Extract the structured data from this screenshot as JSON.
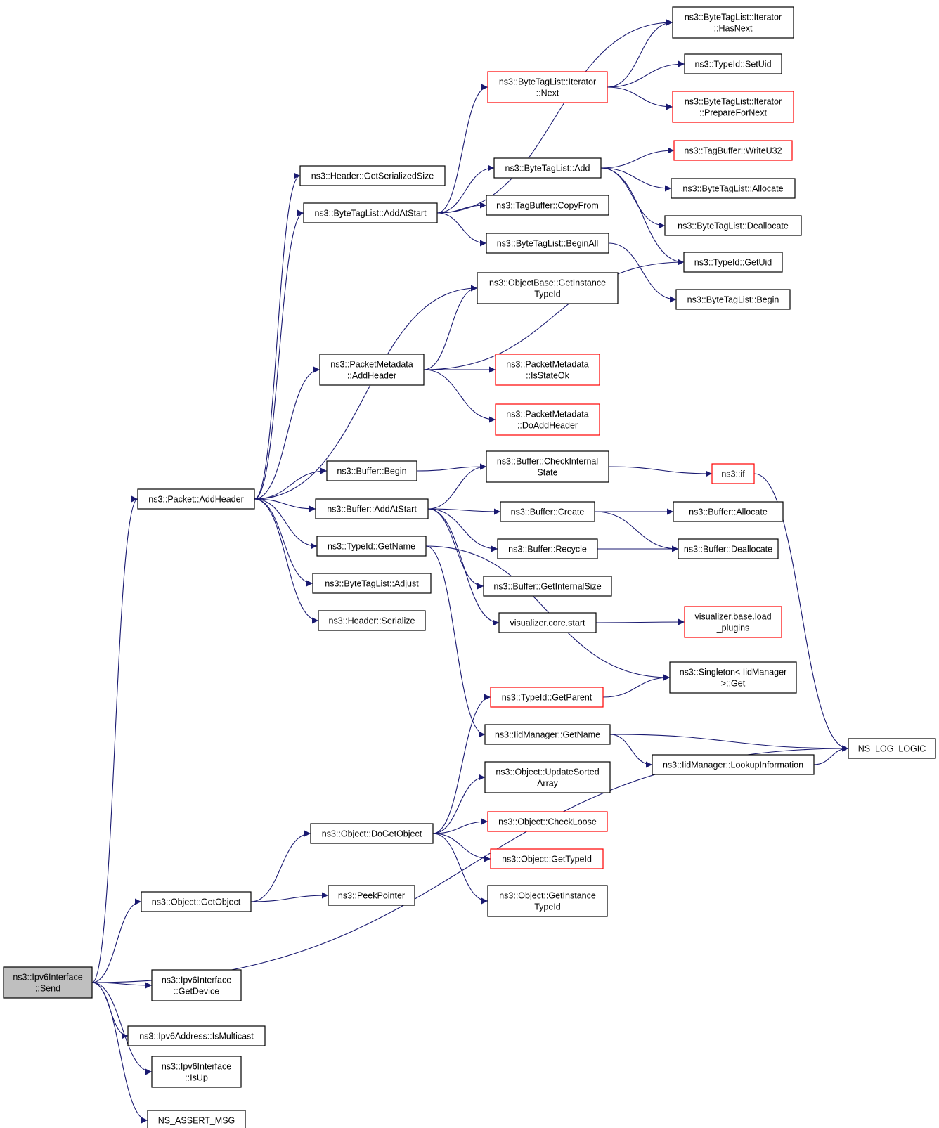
{
  "graph": {
    "nodes": [
      {
        "id": "send",
        "lines": [
          "ns3::Ipv6Interface",
          "::Send"
        ],
        "style": "root"
      },
      {
        "id": "packet_addheader",
        "lines": [
          "ns3::Packet::AddHeader"
        ],
        "style": "normal"
      },
      {
        "id": "object_getobject",
        "lines": [
          "ns3::Object::GetObject"
        ],
        "style": "normal"
      },
      {
        "id": "ipv6if_getdevice",
        "lines": [
          "ns3::Ipv6Interface",
          "::GetDevice"
        ],
        "style": "normal"
      },
      {
        "id": "ipv6addr_ismulticast",
        "lines": [
          "ns3::Ipv6Address::IsMulticast"
        ],
        "style": "normal"
      },
      {
        "id": "ipv6if_isup",
        "lines": [
          "ns3::Ipv6Interface",
          "::IsUp"
        ],
        "style": "normal"
      },
      {
        "id": "ns_assert_msg",
        "lines": [
          "NS_ASSERT_MSG"
        ],
        "style": "normal"
      },
      {
        "id": "header_getserializedsize",
        "lines": [
          "ns3::Header::GetSerializedSize"
        ],
        "style": "normal"
      },
      {
        "id": "btl_addatstart",
        "lines": [
          "ns3::ByteTagList::AddAtStart"
        ],
        "style": "normal"
      },
      {
        "id": "pm_addheader",
        "lines": [
          "ns3::PacketMetadata",
          "::AddHeader"
        ],
        "style": "normal"
      },
      {
        "id": "buffer_begin",
        "lines": [
          "ns3::Buffer::Begin"
        ],
        "style": "normal"
      },
      {
        "id": "buffer_addatstart",
        "lines": [
          "ns3::Buffer::AddAtStart"
        ],
        "style": "normal"
      },
      {
        "id": "typeid_getname",
        "lines": [
          "ns3::TypeId::GetName"
        ],
        "style": "normal"
      },
      {
        "id": "btl_adjust",
        "lines": [
          "ns3::ByteTagList::Adjust"
        ],
        "style": "normal"
      },
      {
        "id": "header_serialize",
        "lines": [
          "ns3::Header::Serialize"
        ],
        "style": "normal"
      },
      {
        "id": "object_dogetobject",
        "lines": [
          "ns3::Object::DoGetObject"
        ],
        "style": "normal"
      },
      {
        "id": "peekpointer",
        "lines": [
          "ns3::PeekPointer"
        ],
        "style": "normal"
      },
      {
        "id": "btl_iter_next",
        "lines": [
          "ns3::ByteTagList::Iterator",
          "::Next"
        ],
        "style": "red"
      },
      {
        "id": "btl_add",
        "lines": [
          "ns3::ByteTagList::Add"
        ],
        "style": "normal"
      },
      {
        "id": "tagbuffer_copyfrom",
        "lines": [
          "ns3::TagBuffer::CopyFrom"
        ],
        "style": "normal"
      },
      {
        "id": "btl_beginall",
        "lines": [
          "ns3::ByteTagList::BeginAll"
        ],
        "style": "normal"
      },
      {
        "id": "objectbase_getinstancetypeid",
        "lines": [
          "ns3::ObjectBase::GetInstance",
          "TypeId"
        ],
        "style": "normal"
      },
      {
        "id": "pm_isstateok",
        "lines": [
          "ns3::PacketMetadata",
          "::IsStateOk"
        ],
        "style": "red"
      },
      {
        "id": "pm_doaddheader",
        "lines": [
          "ns3::PacketMetadata",
          "::DoAddHeader"
        ],
        "style": "red"
      },
      {
        "id": "buffer_checkinternalstate",
        "lines": [
          "ns3::Buffer::CheckInternal",
          "State"
        ],
        "style": "normal"
      },
      {
        "id": "buffer_create",
        "lines": [
          "ns3::Buffer::Create"
        ],
        "style": "normal"
      },
      {
        "id": "buffer_recycle",
        "lines": [
          "ns3::Buffer::Recycle"
        ],
        "style": "normal"
      },
      {
        "id": "buffer_getinternalsize",
        "lines": [
          "ns3::Buffer::GetInternalSize"
        ],
        "style": "normal"
      },
      {
        "id": "visualizer_core_start",
        "lines": [
          "visualizer.core.start"
        ],
        "style": "normal"
      },
      {
        "id": "typeid_getparent",
        "lines": [
          "ns3::TypeId::GetParent"
        ],
        "style": "red"
      },
      {
        "id": "iidmanager_getname",
        "lines": [
          "ns3::IidManager::GetName"
        ],
        "style": "normal"
      },
      {
        "id": "object_updatesortedarray",
        "lines": [
          "ns3::Object::UpdateSorted",
          "Array"
        ],
        "style": "normal"
      },
      {
        "id": "object_checkloose",
        "lines": [
          "ns3::Object::CheckLoose"
        ],
        "style": "red"
      },
      {
        "id": "object_gettypeid",
        "lines": [
          "ns3::Object::GetTypeId"
        ],
        "style": "red"
      },
      {
        "id": "object_getinstancetypeid",
        "lines": [
          "ns3::Object::GetInstance",
          "TypeId"
        ],
        "style": "normal"
      },
      {
        "id": "btl_iter_hasnext",
        "lines": [
          "ns3::ByteTagList::Iterator",
          "::HasNext"
        ],
        "style": "normal"
      },
      {
        "id": "typeid_setuid",
        "lines": [
          "ns3::TypeId::SetUid"
        ],
        "style": "normal"
      },
      {
        "id": "btl_iter_prepare",
        "lines": [
          "ns3::ByteTagList::Iterator",
          "::PrepareForNext"
        ],
        "style": "red"
      },
      {
        "id": "tagbuffer_writeu32",
        "lines": [
          "ns3::TagBuffer::WriteU32"
        ],
        "style": "red"
      },
      {
        "id": "btl_allocate",
        "lines": [
          "ns3::ByteTagList::Allocate"
        ],
        "style": "normal"
      },
      {
        "id": "btl_deallocate",
        "lines": [
          "ns3::ByteTagList::Deallocate"
        ],
        "style": "normal"
      },
      {
        "id": "typeid_getuid",
        "lines": [
          "ns3::TypeId::GetUid"
        ],
        "style": "normal"
      },
      {
        "id": "btl_begin",
        "lines": [
          "ns3::ByteTagList::Begin"
        ],
        "style": "normal"
      },
      {
        "id": "ns3_if",
        "lines": [
          "ns3::if"
        ],
        "style": "red"
      },
      {
        "id": "buffer_allocate",
        "lines": [
          "ns3::Buffer::Allocate"
        ],
        "style": "normal"
      },
      {
        "id": "buffer_deallocate",
        "lines": [
          "ns3::Buffer::Deallocate"
        ],
        "style": "normal"
      },
      {
        "id": "visualizer_base_loadplugins",
        "lines": [
          "visualizer.base.load",
          "_plugins"
        ],
        "style": "red"
      },
      {
        "id": "singleton_iidmanager_get",
        "lines": [
          "ns3::Singleton< IidManager",
          " >::Get"
        ],
        "style": "normal"
      },
      {
        "id": "iidmanager_lookupinformation",
        "lines": [
          "ns3::IidManager::LookupInformation"
        ],
        "style": "normal"
      },
      {
        "id": "ns_log_logic",
        "lines": [
          "NS_LOG_LOGIC"
        ],
        "style": "normal"
      }
    ],
    "edges": [
      [
        "send",
        "packet_addheader"
      ],
      [
        "send",
        "object_getobject"
      ],
      [
        "send",
        "ns_log_logic"
      ],
      [
        "send",
        "ipv6if_getdevice"
      ],
      [
        "send",
        "ipv6addr_ismulticast"
      ],
      [
        "send",
        "ipv6if_isup"
      ],
      [
        "send",
        "ns_assert_msg"
      ],
      [
        "packet_addheader",
        "header_getserializedsize"
      ],
      [
        "packet_addheader",
        "btl_addatstart"
      ],
      [
        "packet_addheader",
        "objectbase_getinstancetypeid"
      ],
      [
        "packet_addheader",
        "pm_addheader"
      ],
      [
        "packet_addheader",
        "buffer_begin"
      ],
      [
        "packet_addheader",
        "buffer_addatstart"
      ],
      [
        "packet_addheader",
        "typeid_getname"
      ],
      [
        "packet_addheader",
        "btl_adjust"
      ],
      [
        "packet_addheader",
        "header_serialize"
      ],
      [
        "btl_addatstart",
        "btl_iter_hasnext"
      ],
      [
        "btl_addatstart",
        "btl_iter_next"
      ],
      [
        "btl_addatstart",
        "btl_add"
      ],
      [
        "btl_addatstart",
        "tagbuffer_copyfrom"
      ],
      [
        "btl_addatstart",
        "btl_beginall"
      ],
      [
        "btl_iter_next",
        "btl_iter_hasnext"
      ],
      [
        "btl_iter_next",
        "typeid_setuid"
      ],
      [
        "btl_iter_next",
        "btl_iter_prepare"
      ],
      [
        "btl_add",
        "tagbuffer_writeu32"
      ],
      [
        "btl_add",
        "btl_allocate"
      ],
      [
        "btl_add",
        "btl_deallocate"
      ],
      [
        "btl_add",
        "typeid_getuid"
      ],
      [
        "btl_beginall",
        "btl_begin"
      ],
      [
        "pm_addheader",
        "objectbase_getinstancetypeid"
      ],
      [
        "pm_addheader",
        "typeid_getuid"
      ],
      [
        "pm_addheader",
        "pm_isstateok"
      ],
      [
        "pm_addheader",
        "pm_doaddheader"
      ],
      [
        "buffer_begin",
        "buffer_checkinternalstate"
      ],
      [
        "buffer_addatstart",
        "buffer_checkinternalstate"
      ],
      [
        "buffer_addatstart",
        "buffer_create"
      ],
      [
        "buffer_addatstart",
        "buffer_recycle"
      ],
      [
        "buffer_addatstart",
        "buffer_getinternalsize"
      ],
      [
        "buffer_addatstart",
        "visualizer_core_start"
      ],
      [
        "buffer_checkinternalstate",
        "ns3_if"
      ],
      [
        "ns3_if",
        "ns_log_logic"
      ],
      [
        "buffer_create",
        "buffer_allocate"
      ],
      [
        "buffer_create",
        "buffer_deallocate"
      ],
      [
        "buffer_recycle",
        "buffer_deallocate"
      ],
      [
        "visualizer_core_start",
        "visualizer_base_loadplugins"
      ],
      [
        "typeid_getname",
        "singleton_iidmanager_get"
      ],
      [
        "typeid_getname",
        "iidmanager_getname"
      ],
      [
        "typeid_getparent",
        "singleton_iidmanager_get"
      ],
      [
        "iidmanager_getname",
        "ns_log_logic"
      ],
      [
        "iidmanager_getname",
        "iidmanager_lookupinformation"
      ],
      [
        "iidmanager_lookupinformation",
        "ns_log_logic"
      ],
      [
        "object_getobject",
        "object_dogetobject"
      ],
      [
        "object_getobject",
        "peekpointer"
      ],
      [
        "object_dogetobject",
        "typeid_getparent"
      ],
      [
        "object_dogetobject",
        "object_updatesortedarray"
      ],
      [
        "object_dogetobject",
        "object_checkloose"
      ],
      [
        "object_dogetobject",
        "object_gettypeid"
      ],
      [
        "object_dogetobject",
        "object_getinstancetypeid"
      ]
    ]
  },
  "colors": {
    "edge": "#191970",
    "node_border": "#000000",
    "node_border_unexpanded": "#ff0000",
    "root_fill": "#bfbfbf",
    "node_fill": "#ffffff"
  }
}
